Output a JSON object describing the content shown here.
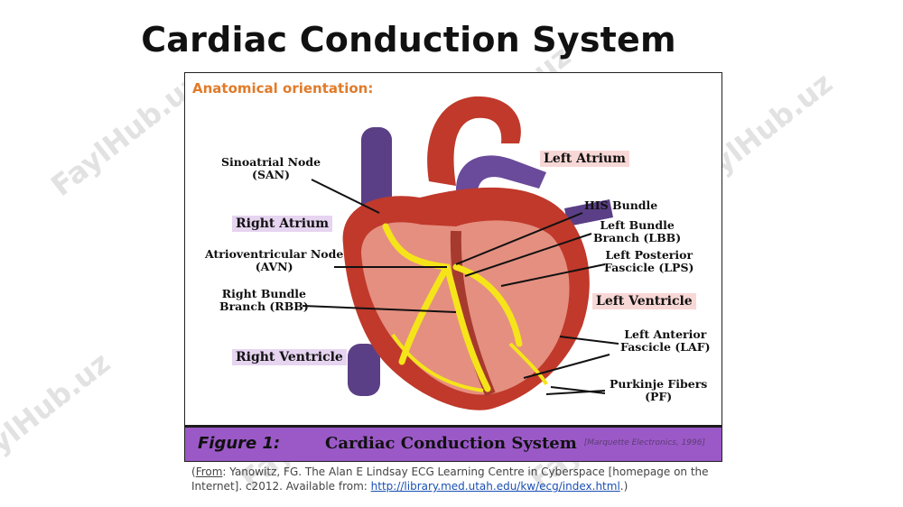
{
  "slide": {
    "title": "Cardiac Conduction System"
  },
  "figure": {
    "orientation_label": "Anatomical orientation:",
    "labels": {
      "san": "Sinoatrial Node\n(SAN)",
      "avn": "Atrioventricular Node\n(AVN)",
      "rbb": "Right Bundle\nBranch (RBB)",
      "his": "HIS Bundle",
      "lbb": "Left Bundle\nBranch (LBB)",
      "lps": "Left Posterior\nFascicle (LPS)",
      "laf": "Left Anterior\nFascicle (LAF)",
      "pf": "Purkinje Fibers\n(PF)"
    },
    "regions": {
      "right_atrium": "Right Atrium",
      "right_ventricle": "Right Ventricle",
      "left_atrium": "Left Atrium",
      "left_ventricle": "Left Ventricle"
    },
    "caption_number": "Figure 1:",
    "caption_title": "Cardiac Conduction System",
    "credit": "[Marquette Electronics, 1996]"
  },
  "citation": {
    "open": "(",
    "from": "From",
    "body": ": Yanowitz, FG. The Alan E Lindsay ECG Learning Centre in Cyberspace [homepage on the Internet]. c2012. Available from: ",
    "link": "http://library.med.utah.edu/kw/ecg/index.html",
    "close": ".)"
  },
  "watermark": {
    "text": "FaylHub.uz"
  },
  "colors": {
    "title_orange": "#e07b2a",
    "caption_band": "#9b59c7",
    "heart_red": "#c0392b",
    "vessel_purple": "#5b3f86",
    "conduction_yellow": "#f5e41a",
    "link_blue": "#1a4fb3"
  }
}
